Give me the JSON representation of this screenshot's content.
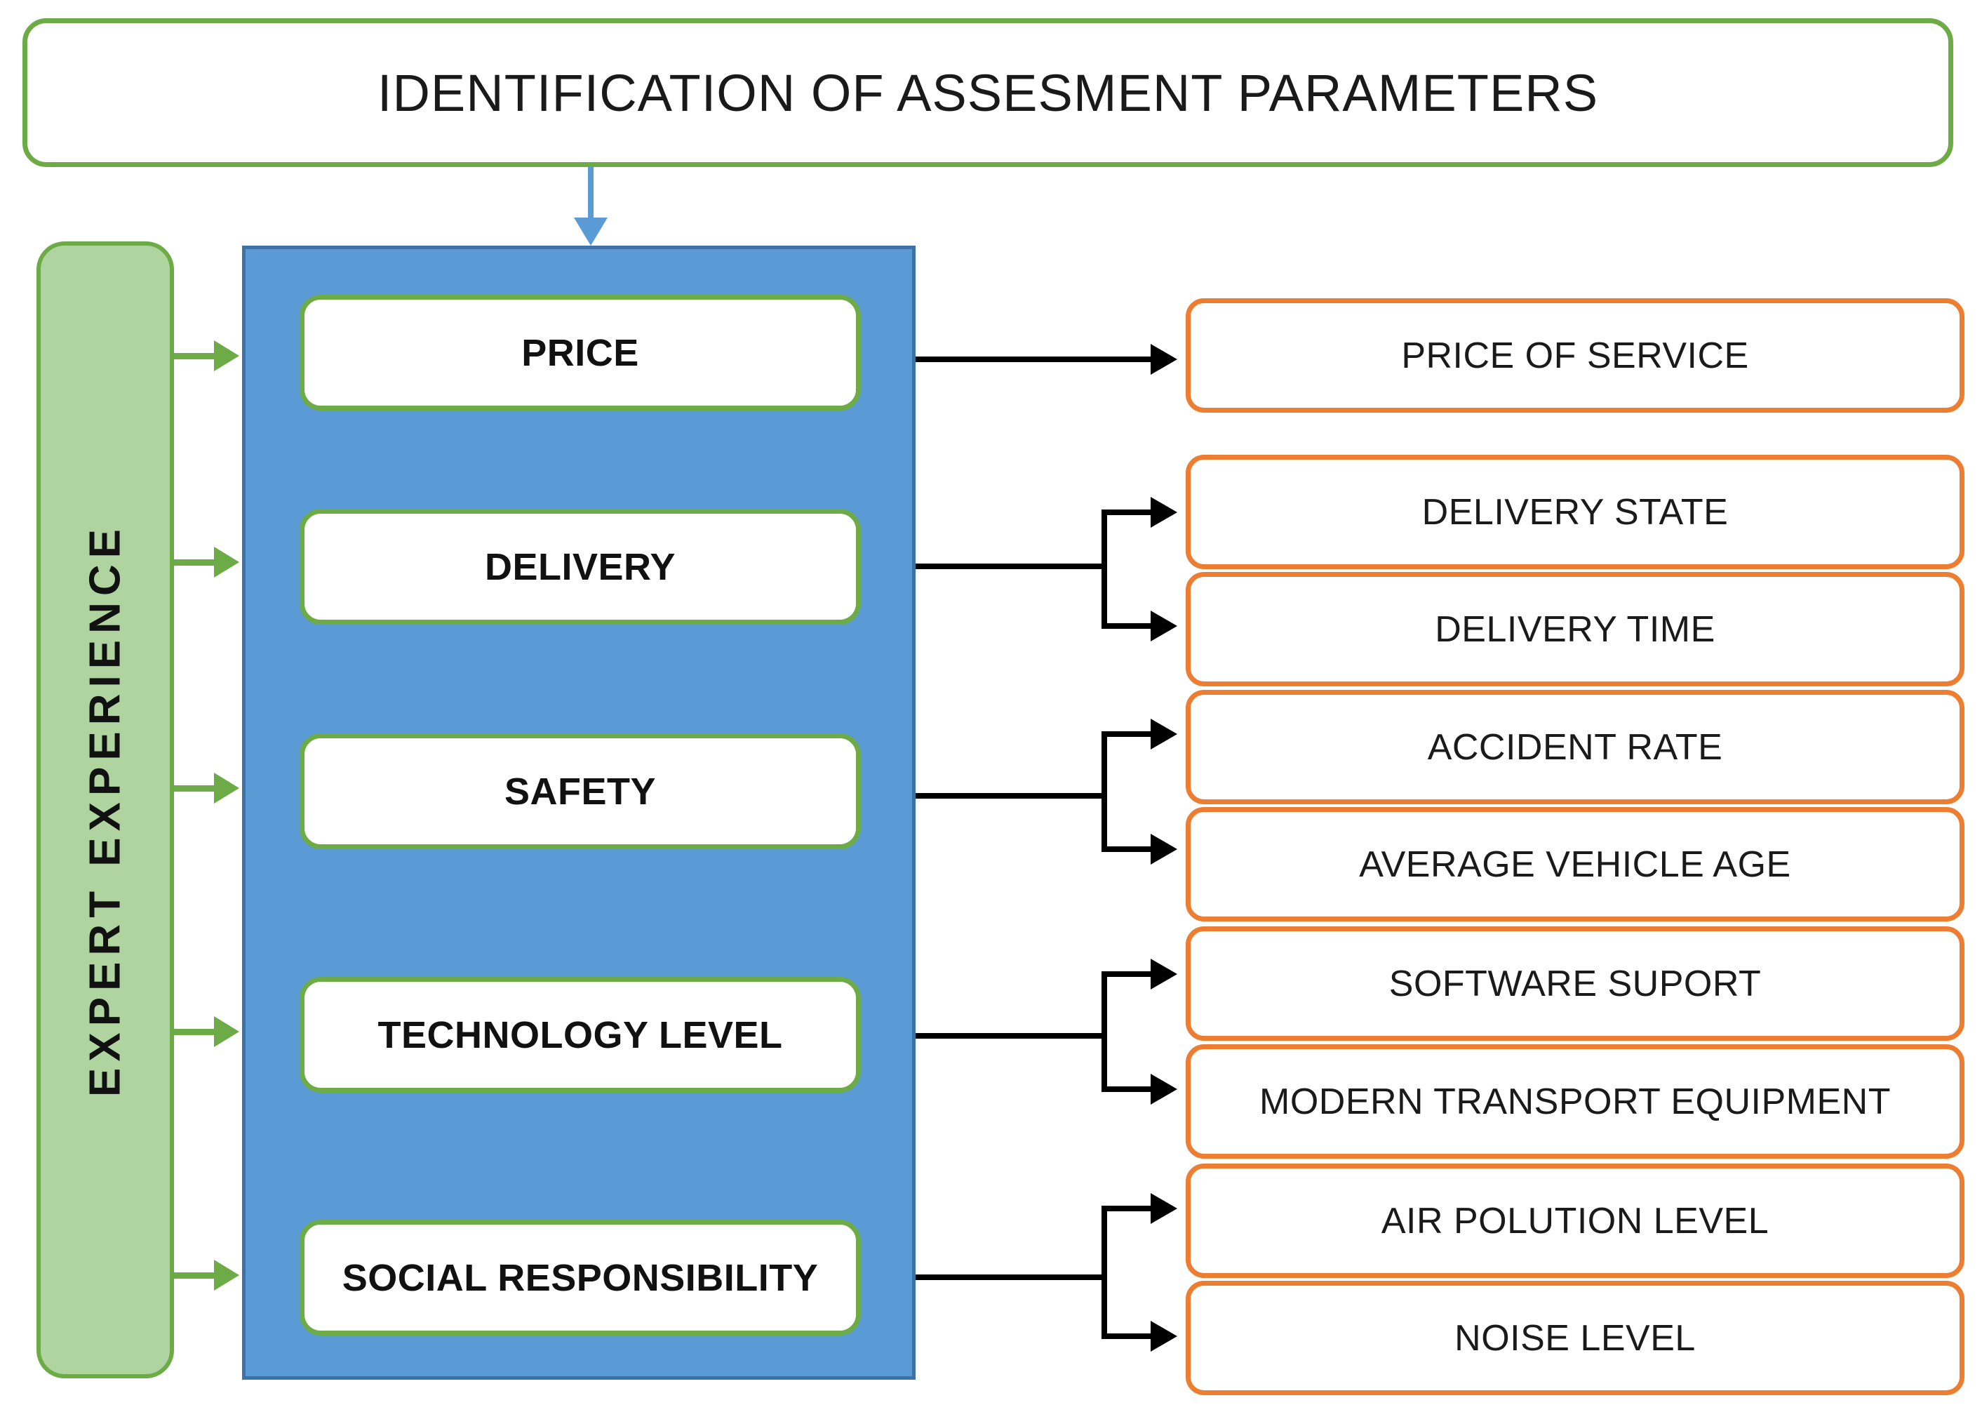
{
  "diagram": {
    "title": "IDENTIFICATION OF ASSESMENT PARAMETERS",
    "source_label": "EXPERT EXPERIENCE",
    "colors": {
      "green_border": "#6CAB45",
      "green_fill": "#B0D49F",
      "blue_panel": "#5B9BD5",
      "blue_panel_border": "#3F72A4",
      "orange_border": "#ED7D31",
      "connector_black": "#000000",
      "white": "#FFFFFF"
    },
    "parameters": [
      {
        "label": "PRICE"
      },
      {
        "label": "DELIVERY"
      },
      {
        "label": "SAFETY"
      },
      {
        "label": "TECHNOLOGY LEVEL"
      },
      {
        "label": "SOCIAL RESPONSIBILITY"
      }
    ],
    "criteria": [
      {
        "label": "PRICE OF SERVICE"
      },
      {
        "label": "DELIVERY STATE"
      },
      {
        "label": "DELIVERY TIME"
      },
      {
        "label": "ACCIDENT RATE"
      },
      {
        "label": "AVERAGE VEHICLE AGE"
      },
      {
        "label": "SOFTWARE SUPORT"
      },
      {
        "label": "MODERN TRANSPORT EQUIPMENT"
      },
      {
        "label": "AIR POLUTION LEVEL"
      },
      {
        "label": "NOISE LEVEL"
      }
    ]
  }
}
